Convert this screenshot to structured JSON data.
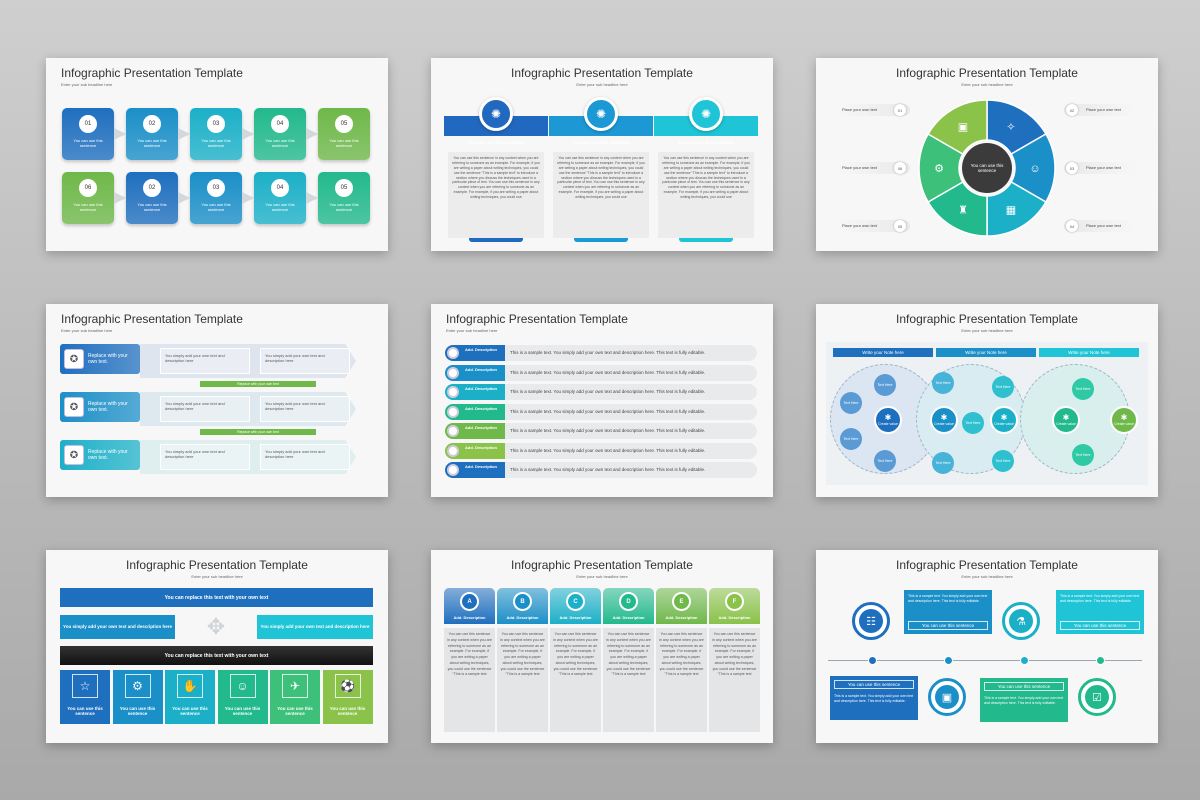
{
  "slide_title": "Infographic Presentation Template",
  "slide_subtitle": "Enter your sub headline here",
  "s1": {
    "row1": [
      {
        "num": "01",
        "text": "You can use this sentence",
        "color": "#1f6fbf"
      },
      {
        "num": "02",
        "text": "You can use this sentence",
        "color": "#1b8fc8"
      },
      {
        "num": "03",
        "text": "You can use this sentence",
        "color": "#1cb0c8"
      },
      {
        "num": "04",
        "text": "You can use this sentence",
        "color": "#22b98c"
      },
      {
        "num": "05",
        "text": "You can use this sentence",
        "color": "#6fb84a"
      }
    ],
    "row2": [
      {
        "num": "06",
        "text": "You can use this sentence",
        "color": "#6fb84a"
      },
      {
        "num": "02",
        "text": "You can use this sentence",
        "color": "#1f6fbf"
      },
      {
        "num": "03",
        "text": "You can use this sentence",
        "color": "#1b8fc8"
      },
      {
        "num": "04",
        "text": "You can use this sentence",
        "color": "#1cb0c8"
      },
      {
        "num": "05",
        "text": "You can use this sentence",
        "color": "#22b98c"
      }
    ]
  },
  "s2": {
    "columns": [
      {
        "heading": "You can use this sentence",
        "color": "#2168c0",
        "body": "You can use this sentence in any context when you are referring to someone as an example. For example, if you are writing a paper about writing techniques, you could use the sentence \"This is a sample text\" to introduce a section where you discuss the techniques used in a particular piece of text. You can use this sentence in any context when you are referring to someone as an example. For example, if you are writing a paper about writing techniques, you could use"
      },
      {
        "heading": "You can use this sentence",
        "color": "#1c98d4",
        "body": "You can use this sentence in any context when you are referring to someone as an example. For example, if you are writing a paper about writing techniques, you could use the sentence \"This is a sample text\" to introduce a section where you discuss the techniques used in a particular piece of text. You can use this sentence in any context when you are referring to someone as an example. For example, if you are writing a paper about writing techniques, you could use"
      },
      {
        "heading": "You can use this sentence",
        "color": "#1fc4d6",
        "body": "You can use this sentence in any context when you are referring to someone as an example. For example, if you are writing a paper about writing techniques, you could use the sentence \"This is a sample text\" to introduce a section where you discuss the techniques used in a particular piece of text. You can use this sentence in any context when you are referring to someone as an example. For example, if you are writing a paper about writing techniques, you could use"
      }
    ]
  },
  "s3": {
    "center": "You can use this sentence",
    "labels": [
      {
        "text": "Place your own text",
        "num": "01"
      },
      {
        "text": "Place your own text",
        "num": "06"
      },
      {
        "text": "Place your own text",
        "num": "05"
      },
      {
        "text": "Place your own text",
        "num": "02"
      },
      {
        "text": "Place your own text",
        "num": "03"
      },
      {
        "text": "Place your own text",
        "num": "04"
      }
    ],
    "colors": [
      "#1f6fbf",
      "#1b8fc8",
      "#1cb0c8",
      "#22b98c",
      "#3cc07a",
      "#8ac24a"
    ]
  },
  "s4": {
    "rows": [
      {
        "label": "Replace with your own text.",
        "box1": "You simply add your own text and description here",
        "box2": "You simply add your own text and description here"
      },
      {
        "label": "Replace with your own text.",
        "box1": "You simply add your own text and description here",
        "box2": "You simply add your own text and description here"
      },
      {
        "label": "Replace with your own text.",
        "box1": "You simply add your own text and description here",
        "box2": "You simply add your own text and description here"
      }
    ],
    "bar_text": "Replace with your own text"
  },
  "s5": {
    "rows": [
      {
        "label": "Add. Description",
        "text": "This is a sample text. You simply add your own text and description here. This text is fully editable.",
        "color": "#1f6fbf"
      },
      {
        "label": "Add. Description",
        "text": "This is a sample text. You simply add your own text and description here. This text is fully editable.",
        "color": "#1b8fc8"
      },
      {
        "label": "Add. Description",
        "text": "This is a sample text. You simply add your own text and description here. This text is fully editable.",
        "color": "#1cb0c8"
      },
      {
        "label": "Add. Description",
        "text": "This is a sample text. You simply add your own text and description here. This text is fully editable.",
        "color": "#22b98c"
      },
      {
        "label": "Add. Description",
        "text": "This is a sample text. You simply add your own text and description here. This text is fully editable.",
        "color": "#6fb84a"
      },
      {
        "label": "Add. Description",
        "text": "This is a sample text. You simply add your own text and description here. This text is fully editable.",
        "color": "#8ac24a"
      },
      {
        "label": "Add. Description",
        "text": "This is a sample text. You simply add your own text and description here. This text is fully editable.",
        "color": "#1f6fbf"
      }
    ]
  },
  "s6": {
    "headers": [
      "Write your Note here",
      "Write your Note here",
      "Write your Note here"
    ],
    "text_item": "Text Here",
    "create_value": "Create value"
  },
  "s7": {
    "top_bar": "You can replace this text with your own text",
    "left_box": "You simply add your own text and description here",
    "right_box": "You simply add your own text and description here",
    "dark_bar": "You can replace this text with your own text",
    "tiles": [
      "You can use this sentence",
      "You can use this sentence",
      "You can use this sentence",
      "You can use this sentence",
      "You can use this sentence",
      "You can use this sentence"
    ],
    "tile_colors": [
      "#1f6fbf",
      "#1b8fc8",
      "#1cb0c8",
      "#22b98c",
      "#3cc07a",
      "#8ac24a"
    ]
  },
  "s8": {
    "cols": [
      {
        "letter": "A",
        "label": "Add. Description",
        "color": "#1f6fbf"
      },
      {
        "letter": "B",
        "label": "Add. Description",
        "color": "#1b8fc8"
      },
      {
        "letter": "C",
        "label": "Add. Description",
        "color": "#1cb0c8"
      },
      {
        "letter": "D",
        "label": "Add. Description",
        "color": "#22b98c"
      },
      {
        "letter": "E",
        "label": "Add. Description",
        "color": "#6fb84a"
      },
      {
        "letter": "F",
        "label": "Add. Description",
        "color": "#8ac24a"
      }
    ],
    "body": "You can use this sentence in any context when you are referring to someone as an example. For example, if you are writing a paper about writing techniques, you could use the sentence \"This is a sample text"
  },
  "s9": {
    "box_text": "This is a sample text. You simply add your own text and description here. This text is fully editable.",
    "box_label": "You can use this sentence"
  }
}
